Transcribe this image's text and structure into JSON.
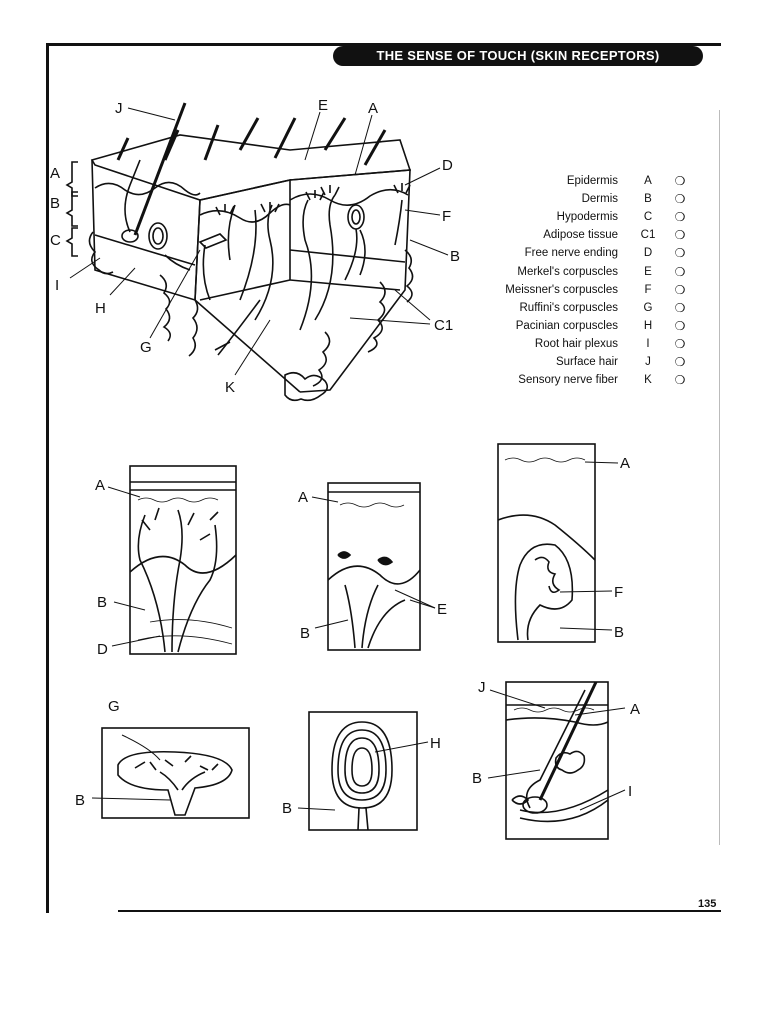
{
  "header": {
    "title": "THE SENSE OF TOUCH (SKIN RECEPTORS)"
  },
  "key": [
    {
      "term": "Epidermis",
      "letter": "A",
      "mark": "❍"
    },
    {
      "term": "Dermis",
      "letter": "B",
      "mark": "❍"
    },
    {
      "term": "Hypodermis",
      "letter": "C",
      "mark": "❍"
    },
    {
      "term": "Adipose tissue",
      "letter": "C1",
      "mark": "❍"
    },
    {
      "term": "Free nerve ending",
      "letter": "D",
      "mark": "❍"
    },
    {
      "term": "Merkel's corpuscles",
      "letter": "E",
      "mark": "❍"
    },
    {
      "term": "Meissner's corpuscles",
      "letter": "F",
      "mark": "❍"
    },
    {
      "term": "Ruffini's corpuscles",
      "letter": "G",
      "mark": "❍"
    },
    {
      "term": "Pacinian corpuscles",
      "letter": "H",
      "mark": "❍"
    },
    {
      "term": "Root hair plexus",
      "letter": "I",
      "mark": "❍"
    },
    {
      "term": "Surface hair",
      "letter": "J",
      "mark": "❍"
    },
    {
      "term": "Sensory nerve fiber",
      "letter": "K",
      "mark": "❍"
    }
  ],
  "main_diagram_labels": {
    "J": "J",
    "E": "E",
    "A_top": "A",
    "A_side": "A",
    "B_side": "B",
    "C_side": "C",
    "D": "D",
    "F": "F",
    "B_right": "B",
    "I": "I",
    "H": "H",
    "G": "G",
    "C1": "C1",
    "K": "K"
  },
  "panels": {
    "free_nerve": {
      "A": "A",
      "B": "B",
      "D": "D"
    },
    "merkel": {
      "A": "A",
      "B": "B",
      "E": "E"
    },
    "meissner": {
      "A": "A",
      "F": "F",
      "B": "B"
    },
    "ruffini": {
      "G": "G",
      "B": "B"
    },
    "pacinian": {
      "H": "H",
      "B": "B"
    },
    "root_hair": {
      "J": "J",
      "A": "A",
      "B": "B",
      "I": "I"
    }
  },
  "footer": {
    "page_number": "135"
  }
}
